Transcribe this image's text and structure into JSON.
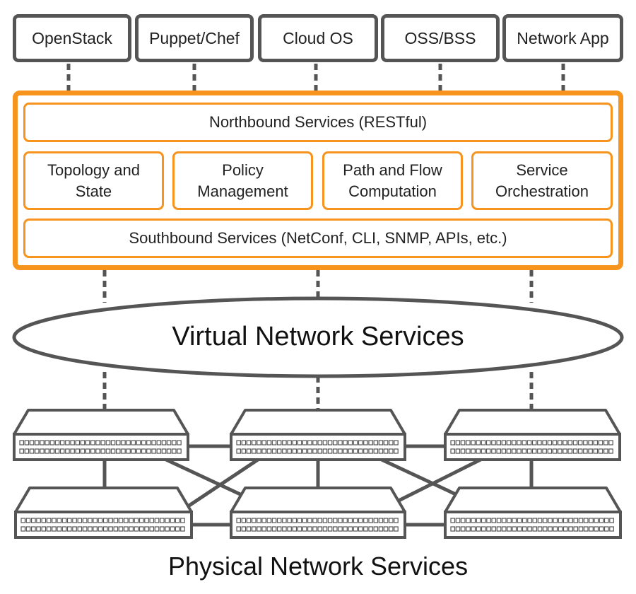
{
  "apps": [
    "OpenStack",
    "Puppet/Chef",
    "Cloud OS",
    "OSS/BSS",
    "Network App"
  ],
  "controller": {
    "northbound": "Northbound Services (RESTful)",
    "modules": [
      "Topology and\nState",
      "Policy\nManagement",
      "Path and Flow\nComputation",
      "Service\nOrchestration"
    ],
    "southbound": "Southbound Services (NetConf, CLI, SNMP, APIs, etc.)"
  },
  "virtual_layer": "Virtual Network Services",
  "physical_layer": "Physical Network Services",
  "colors": {
    "accent": "#f7941d",
    "box_border": "#555555",
    "line": "#555555"
  }
}
